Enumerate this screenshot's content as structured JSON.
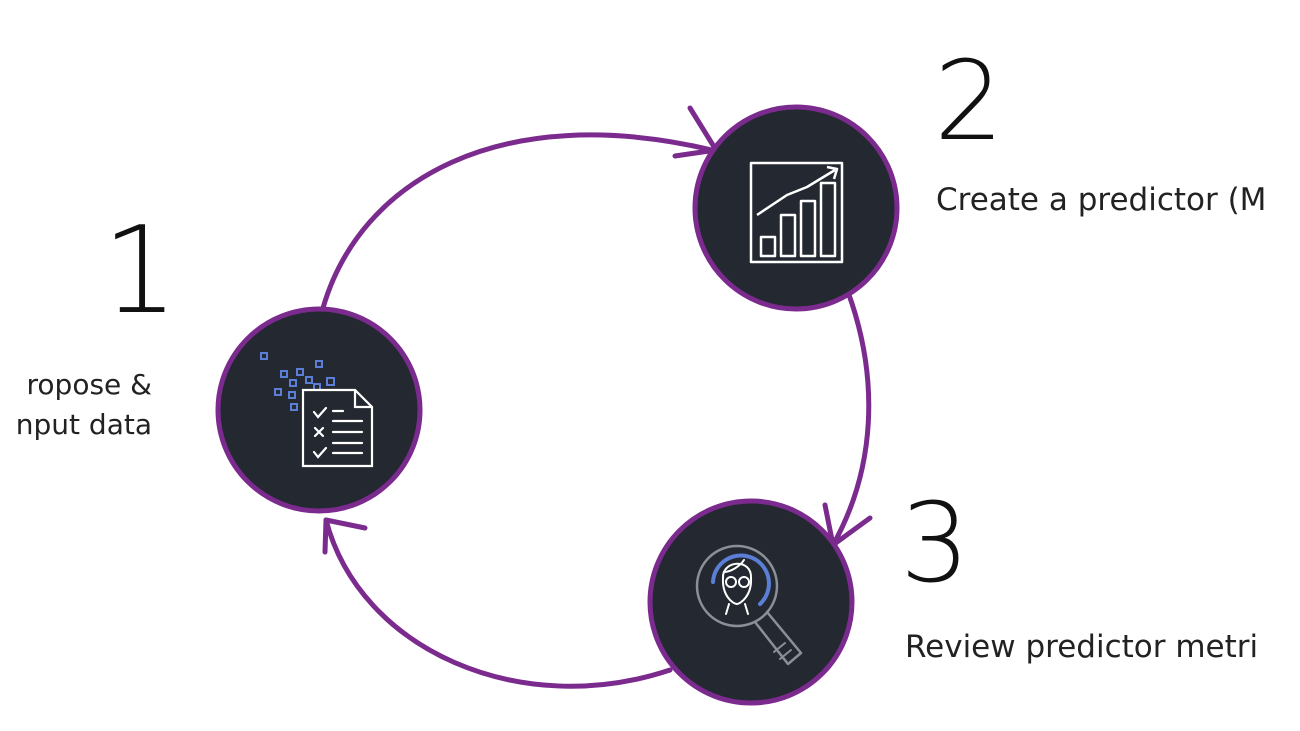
{
  "steps": [
    {
      "number": "1",
      "lines": [
        "ropose &",
        "nput data"
      ],
      "icon": "document-checklist-icon"
    },
    {
      "number": "2",
      "label": "Create a predictor (M",
      "icon": "growth-chart-icon"
    },
    {
      "number": "3",
      "label": "Review predictor metri",
      "icon": "magnifier-person-icon"
    }
  ],
  "colors": {
    "ring": "#7b2a8e",
    "node_fill": "#232831",
    "icon_white": "#ffffff",
    "icon_blue": "#5b7fd6",
    "icon_gray": "#8a8f98"
  }
}
